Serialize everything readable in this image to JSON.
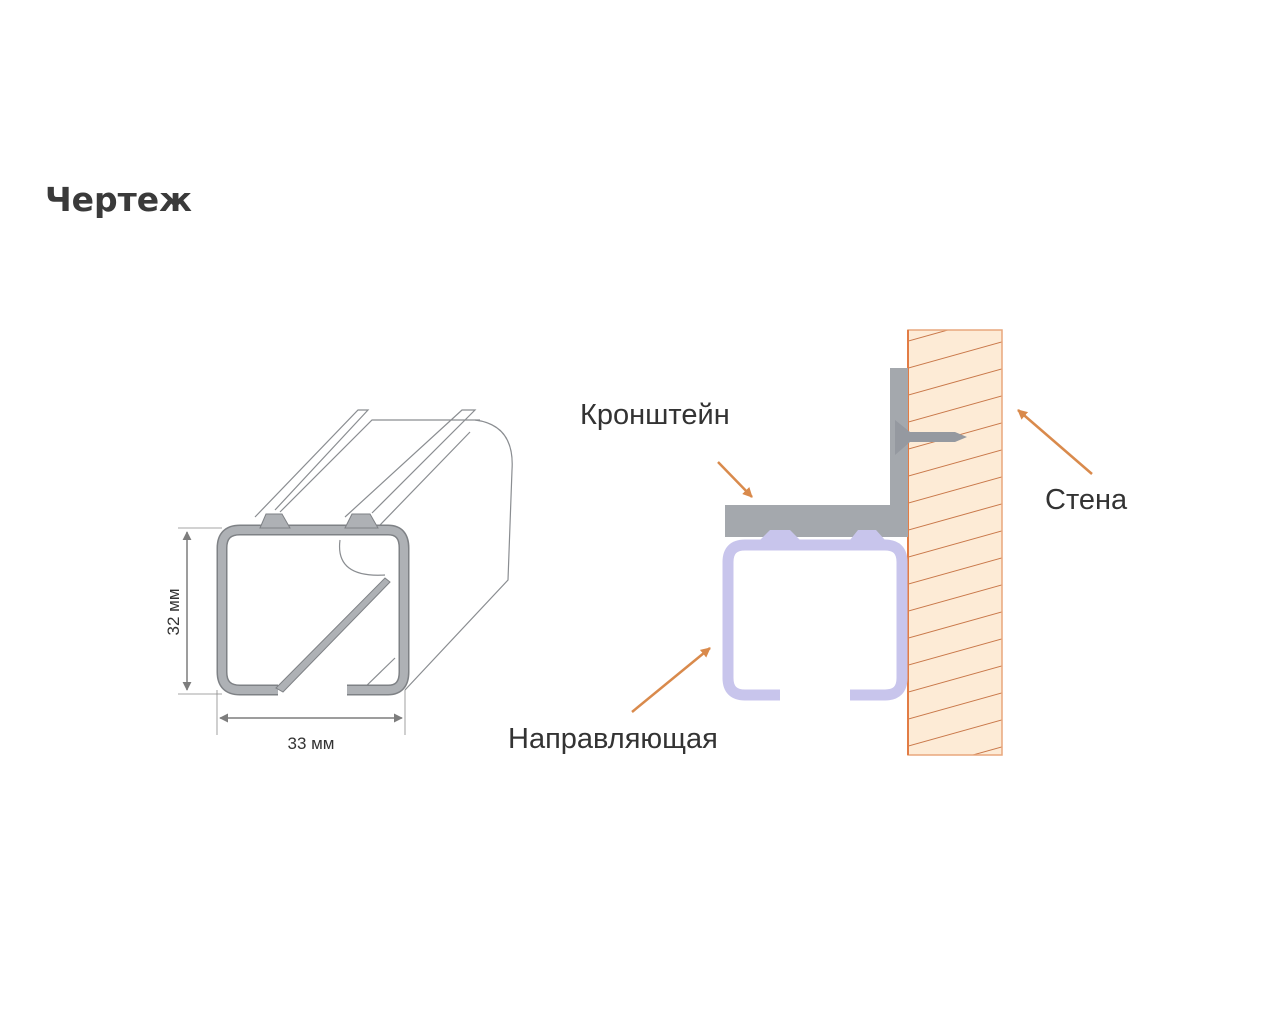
{
  "title": "Чертеж",
  "profile_drawing": {
    "height_label": "32 мм",
    "width_label": "33 мм"
  },
  "mounting_drawing": {
    "bracket_label": "Кронштейн",
    "wall_label": "Стена",
    "rail_label": "Направляющая"
  },
  "colors": {
    "profile_gray": "#aeb1b5",
    "rail_lavender": "#c8c5ec",
    "wall_fill": "#fdebd6",
    "wall_line": "#e27c45",
    "arrow_orange": "#d98a4c"
  }
}
